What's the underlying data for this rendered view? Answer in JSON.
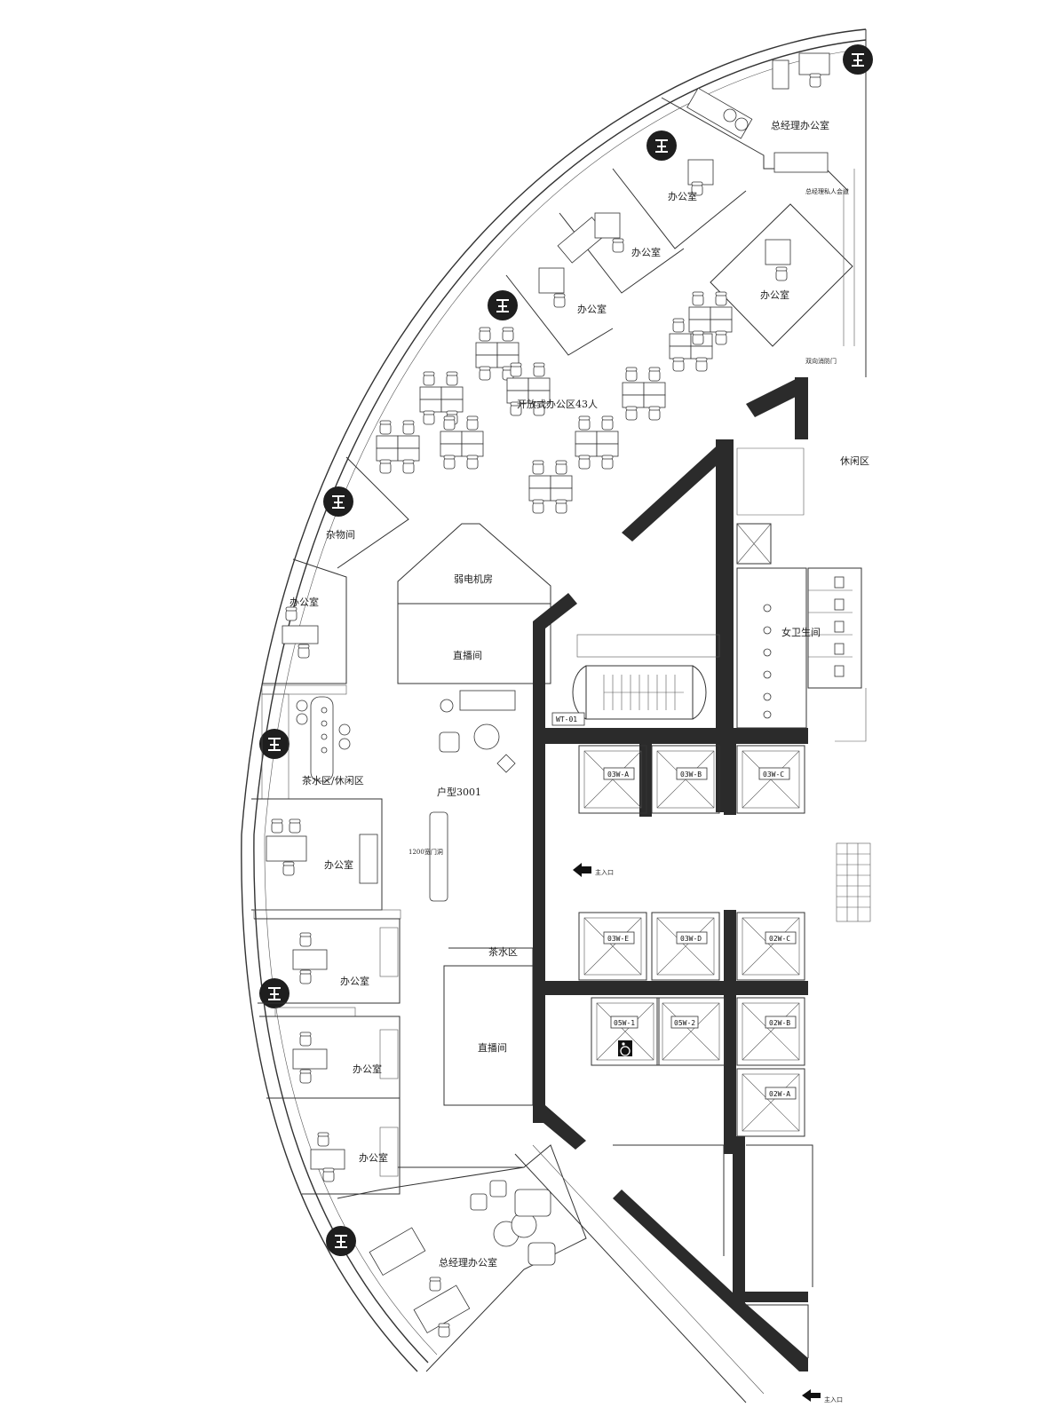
{
  "rooms": {
    "gm_office_top": "总经理办公室",
    "gm_private_corridor": "总经理私人会道",
    "office_1": "办公室",
    "office_2": "办公室",
    "office_3": "办公室",
    "office_4": "办公室",
    "open_office": "开放式办公区43人",
    "lounge_right": "休闲区",
    "fire_door": "双向消防门",
    "storage": "杂物间",
    "weak_current": "弱电机房",
    "office_left": "办公室",
    "live_room_top": "直播间",
    "womens_wc": "女卫生间",
    "tea_lounge": "茶水区/休闲区",
    "unit": "户型3001",
    "office_left_2": "办公室",
    "tea_area": "茶水区",
    "office_left_3": "办公室",
    "live_room_bottom": "直播间",
    "office_left_4": "办公室",
    "office_left_5": "办公室",
    "gm_office_bottom": "总经理办公室",
    "main_entry": "主入口",
    "main_entry_bottom": "主入口",
    "small_note": "1200宽门洞"
  },
  "elevators": {
    "wt": "WT-01",
    "e1": "03W-A",
    "e2": "03W-B",
    "e3": "03W-C",
    "e4": "03W-E",
    "e5": "03W-D",
    "e6": "02W-C",
    "e7": "05W-1",
    "e8": "05W-2",
    "e9": "02W-B",
    "e10": "02W-A"
  },
  "icons": {
    "column": "column-icon",
    "arrow": "arrow-left-icon",
    "accessible": "wheelchair-icon"
  }
}
